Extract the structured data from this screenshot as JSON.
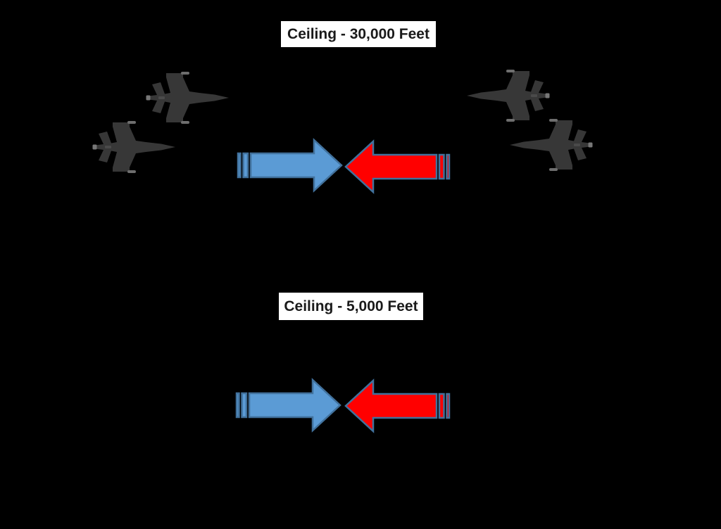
{
  "slide": {
    "background_color": "#000000",
    "sections": [
      {
        "name": "high-ceiling",
        "title": "Ceiling - 30,000 Feet",
        "aircraft": {
          "left_formation_count": 2,
          "left_formation_heading": "right",
          "right_formation_count": 2,
          "right_formation_heading": "left"
        },
        "arrows": [
          {
            "name": "blue-arrow",
            "direction": "right",
            "fill": "#5B9BD5"
          },
          {
            "name": "red-arrow",
            "direction": "left",
            "fill": "#FF0000"
          }
        ]
      },
      {
        "name": "low-ceiling",
        "title": "Ceiling - 5,000 Feet",
        "aircraft": {
          "left_formation_count": 0,
          "right_formation_count": 0
        },
        "arrows": [
          {
            "name": "blue-arrow",
            "direction": "right",
            "fill": "#5B9BD5"
          },
          {
            "name": "red-arrow",
            "direction": "left",
            "fill": "#FF0000"
          }
        ]
      }
    ],
    "colors": {
      "arrow_outline": "#41719C",
      "blue_arrow_fill": "#5B9BD5",
      "red_arrow_fill": "#FF0000",
      "jet_silhouette": "#373737",
      "label_background": "#FFFFFF",
      "label_text": "#1A1A1A"
    }
  }
}
